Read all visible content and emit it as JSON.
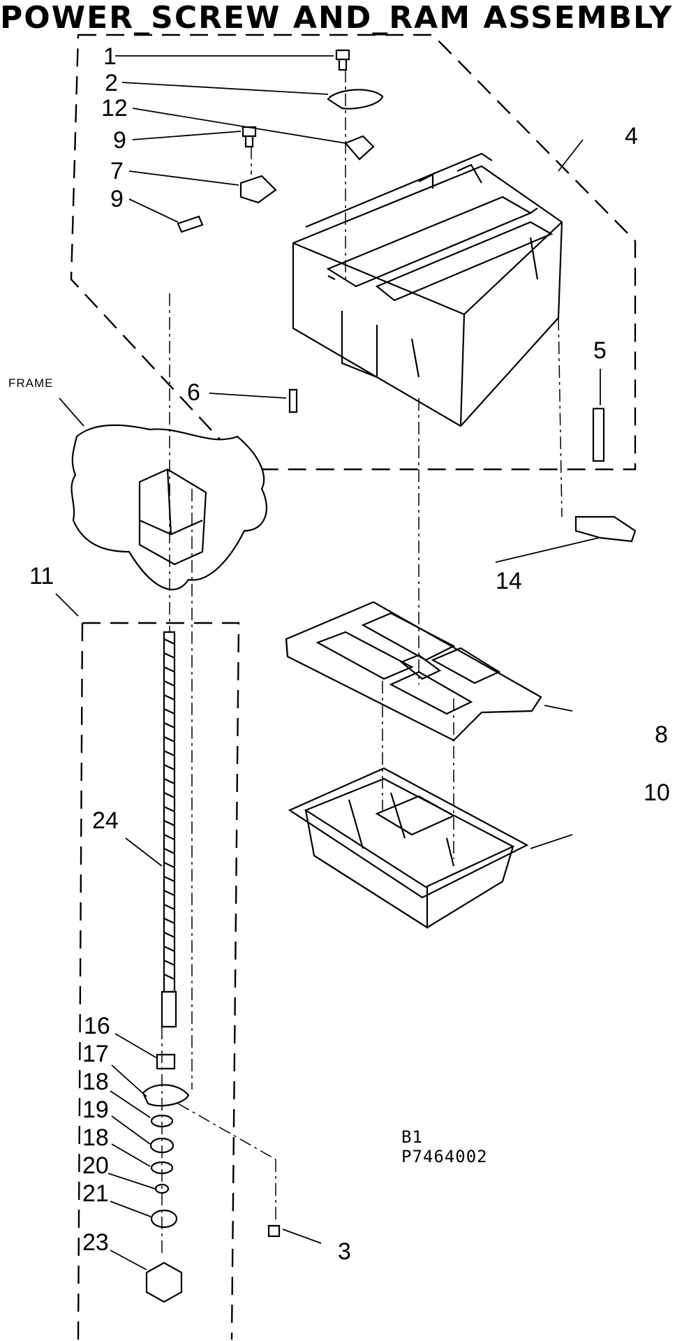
{
  "title": "POWER_SCREW AND_RAM ASSEMBLY",
  "frame_label": "FRAME",
  "callouts": {
    "c1": "1",
    "c2": "2",
    "c12": "12",
    "c9a": "9",
    "c7": "7",
    "c9b": "9",
    "c4": "4",
    "c5": "5",
    "c6": "6",
    "c11": "11",
    "c14": "14",
    "c8": "8",
    "c10": "10",
    "c24": "24",
    "c16": "16",
    "c17": "17",
    "c18a": "18",
    "c19": "19",
    "c18b": "18",
    "c20": "20",
    "c21": "21",
    "c23": "23",
    "c3": "3"
  },
  "drawing_code": {
    "line1": "B1",
    "line2": "P7464002"
  }
}
